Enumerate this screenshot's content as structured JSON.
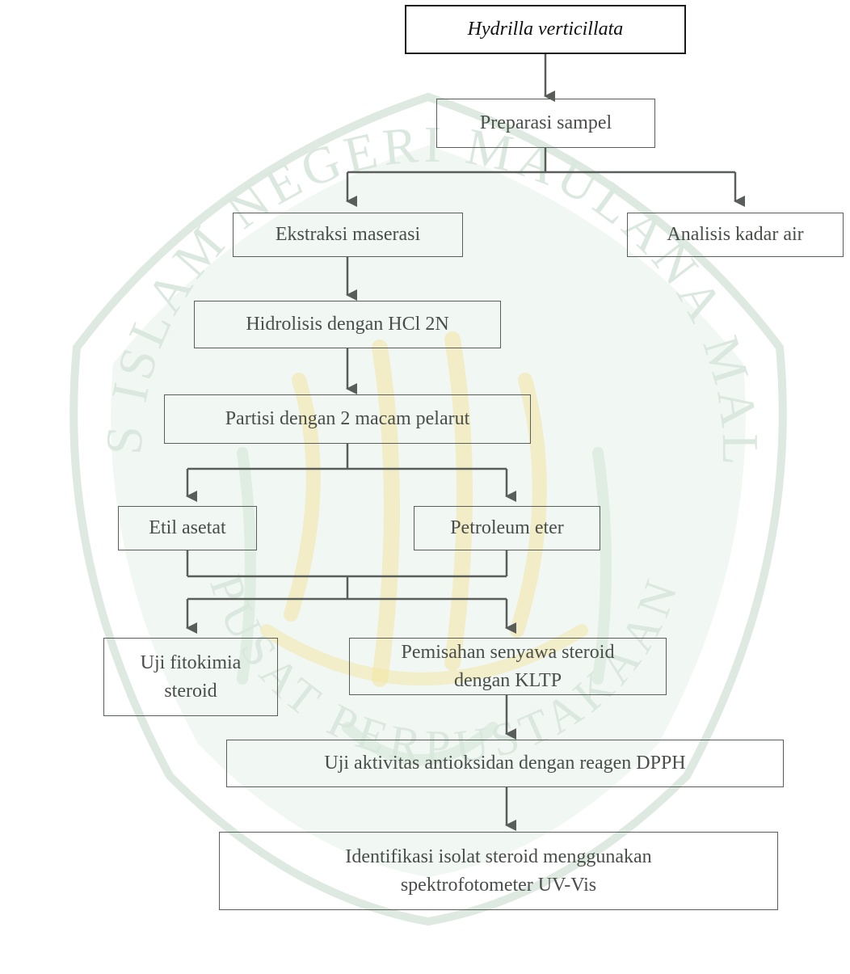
{
  "flowchart": {
    "nodes": {
      "start": "Hydrilla verticillata",
      "prep": "Preparasi sampel",
      "extract": "Ekstraksi maserasi",
      "water": "Analisis kadar air",
      "hydro": "Hidrolisis dengan HCl 2N",
      "partition": "Partisi dengan 2 macam pelarut",
      "ethyl": "Etil asetat",
      "petro": "Petroleum eter",
      "phyto": "Uji fitokimia\nsteroid",
      "separate": "Pemisahan senyawa steroid\ndengan KLTP",
      "antioxidant": "Uji aktivitas antioksidan dengan reagen DPPH",
      "identify": "Identifikasi isolat steroid menggunakan\nspektrofotometer UV-Vis"
    },
    "colors": {
      "line": "#5a5e5a",
      "text": "#4a4e4a",
      "start_border": "#1a1a1a",
      "watermark_green": "#cfe3d6",
      "watermark_yellow": "#f3e6a0"
    }
  },
  "watermark": {
    "arc_text": "UNIVERSITAS ISLAM NEGERI MAULANA MALIK IBRAHIM",
    "bottom_text": "PUSAT PERPUSTAKAAN"
  }
}
